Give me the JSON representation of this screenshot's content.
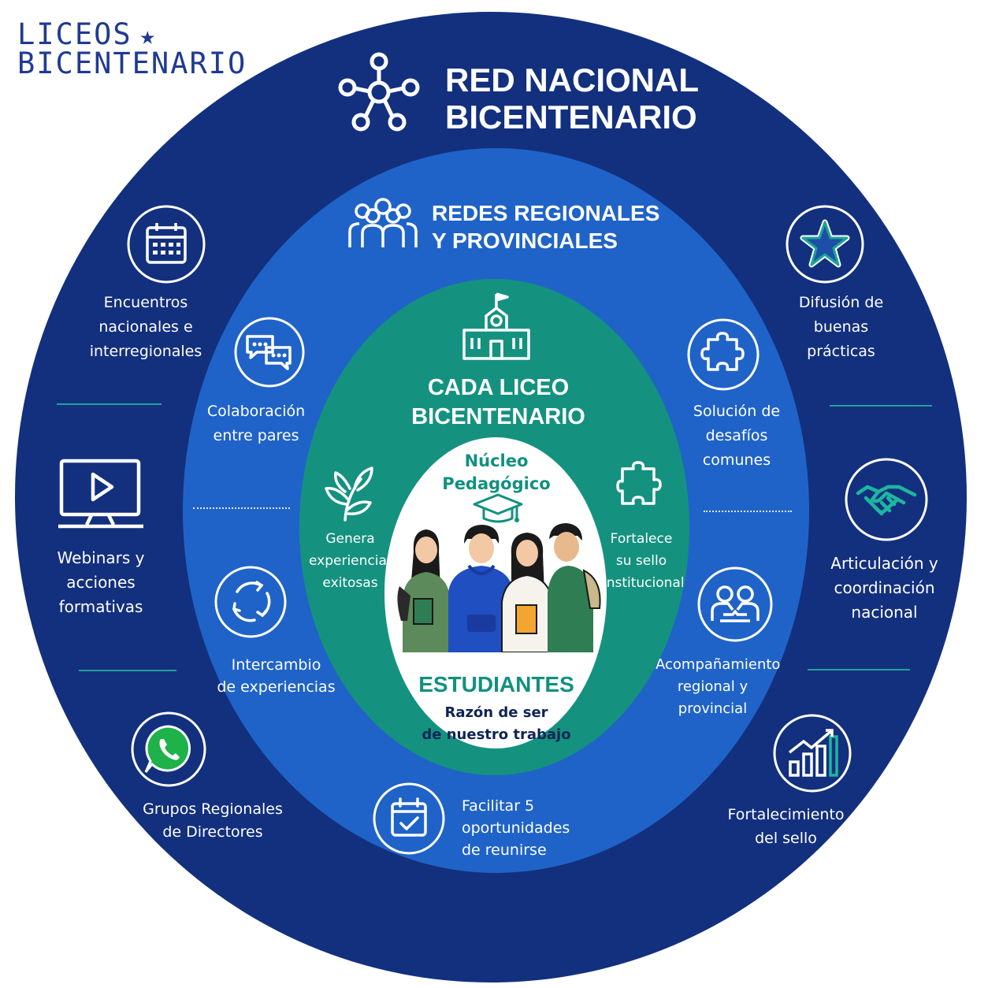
{
  "logo": {
    "line1": "LICEOS",
    "line2": "BICENTENARIO"
  },
  "outer": {
    "title": "RED NACIONAL\nBICENTENARIO",
    "items": [
      {
        "label": "Encuentros\nnacionales e\ninterregionales",
        "icon": "calendar-icon"
      },
      {
        "label": "Webinars y\nacciones\nformativas",
        "icon": "monitor-play-icon"
      },
      {
        "label": "Grupos  Regionales\nde Directores",
        "icon": "whatsapp-icon"
      },
      {
        "label": "Difusión de\nbuenas\nprácticas",
        "icon": "star-icon"
      },
      {
        "label": "Articulación y\ncoordinación\nnacional",
        "icon": "handshake-icon"
      },
      {
        "label": "Fortalecimiento\ndel sello",
        "icon": "bar-chart-icon"
      }
    ]
  },
  "regional": {
    "title": "REDES REGIONALES\nY PROVINCIALES",
    "items": [
      {
        "label": "Colaboración\nentre pares",
        "icon": "chat-bubbles-icon"
      },
      {
        "label": "Intercambio\nde experiencias",
        "icon": "cycle-arrows-icon"
      },
      {
        "label": "Facilitar 5\noportunidades\nde reunirse",
        "icon": "calendar-check-icon"
      },
      {
        "label": "Solución de\ndesafíos\ncomunes",
        "icon": "puzzle-icon"
      },
      {
        "label": "Acompañamiento\nregional y\nprovincial",
        "icon": "people-support-icon"
      }
    ]
  },
  "liceo": {
    "title": "CADA LICEO\nBICENTENARIO",
    "left_label": "Genera\nexperiencias\nexitosas",
    "right_label": "Fortalece\nsu sello\ninstitucional"
  },
  "core": {
    "title": "Núcleo\nPedagógico",
    "students_title": "ESTUDIANTES",
    "students_subtitle": "Razón de ser\nde nuestro trabajo"
  },
  "colors": {
    "outer_ring": "#13307e",
    "regional_ring": "#1f63c8",
    "liceo_teal": "#14927f",
    "core_white": "#ffffff",
    "teal_text": "#11917f",
    "navy_text": "#0d2456"
  }
}
